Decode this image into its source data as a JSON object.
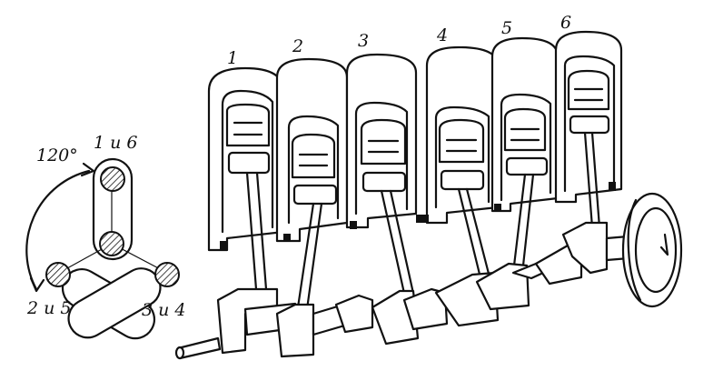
{
  "diagram": {
    "cylinder_numbers": [
      "1",
      "2",
      "3",
      "4",
      "5",
      "6"
    ],
    "crank_angle_label": "120°",
    "crank_pair_labels": [
      "1 и 6",
      "2 и 5",
      "3 и 4"
    ]
  }
}
